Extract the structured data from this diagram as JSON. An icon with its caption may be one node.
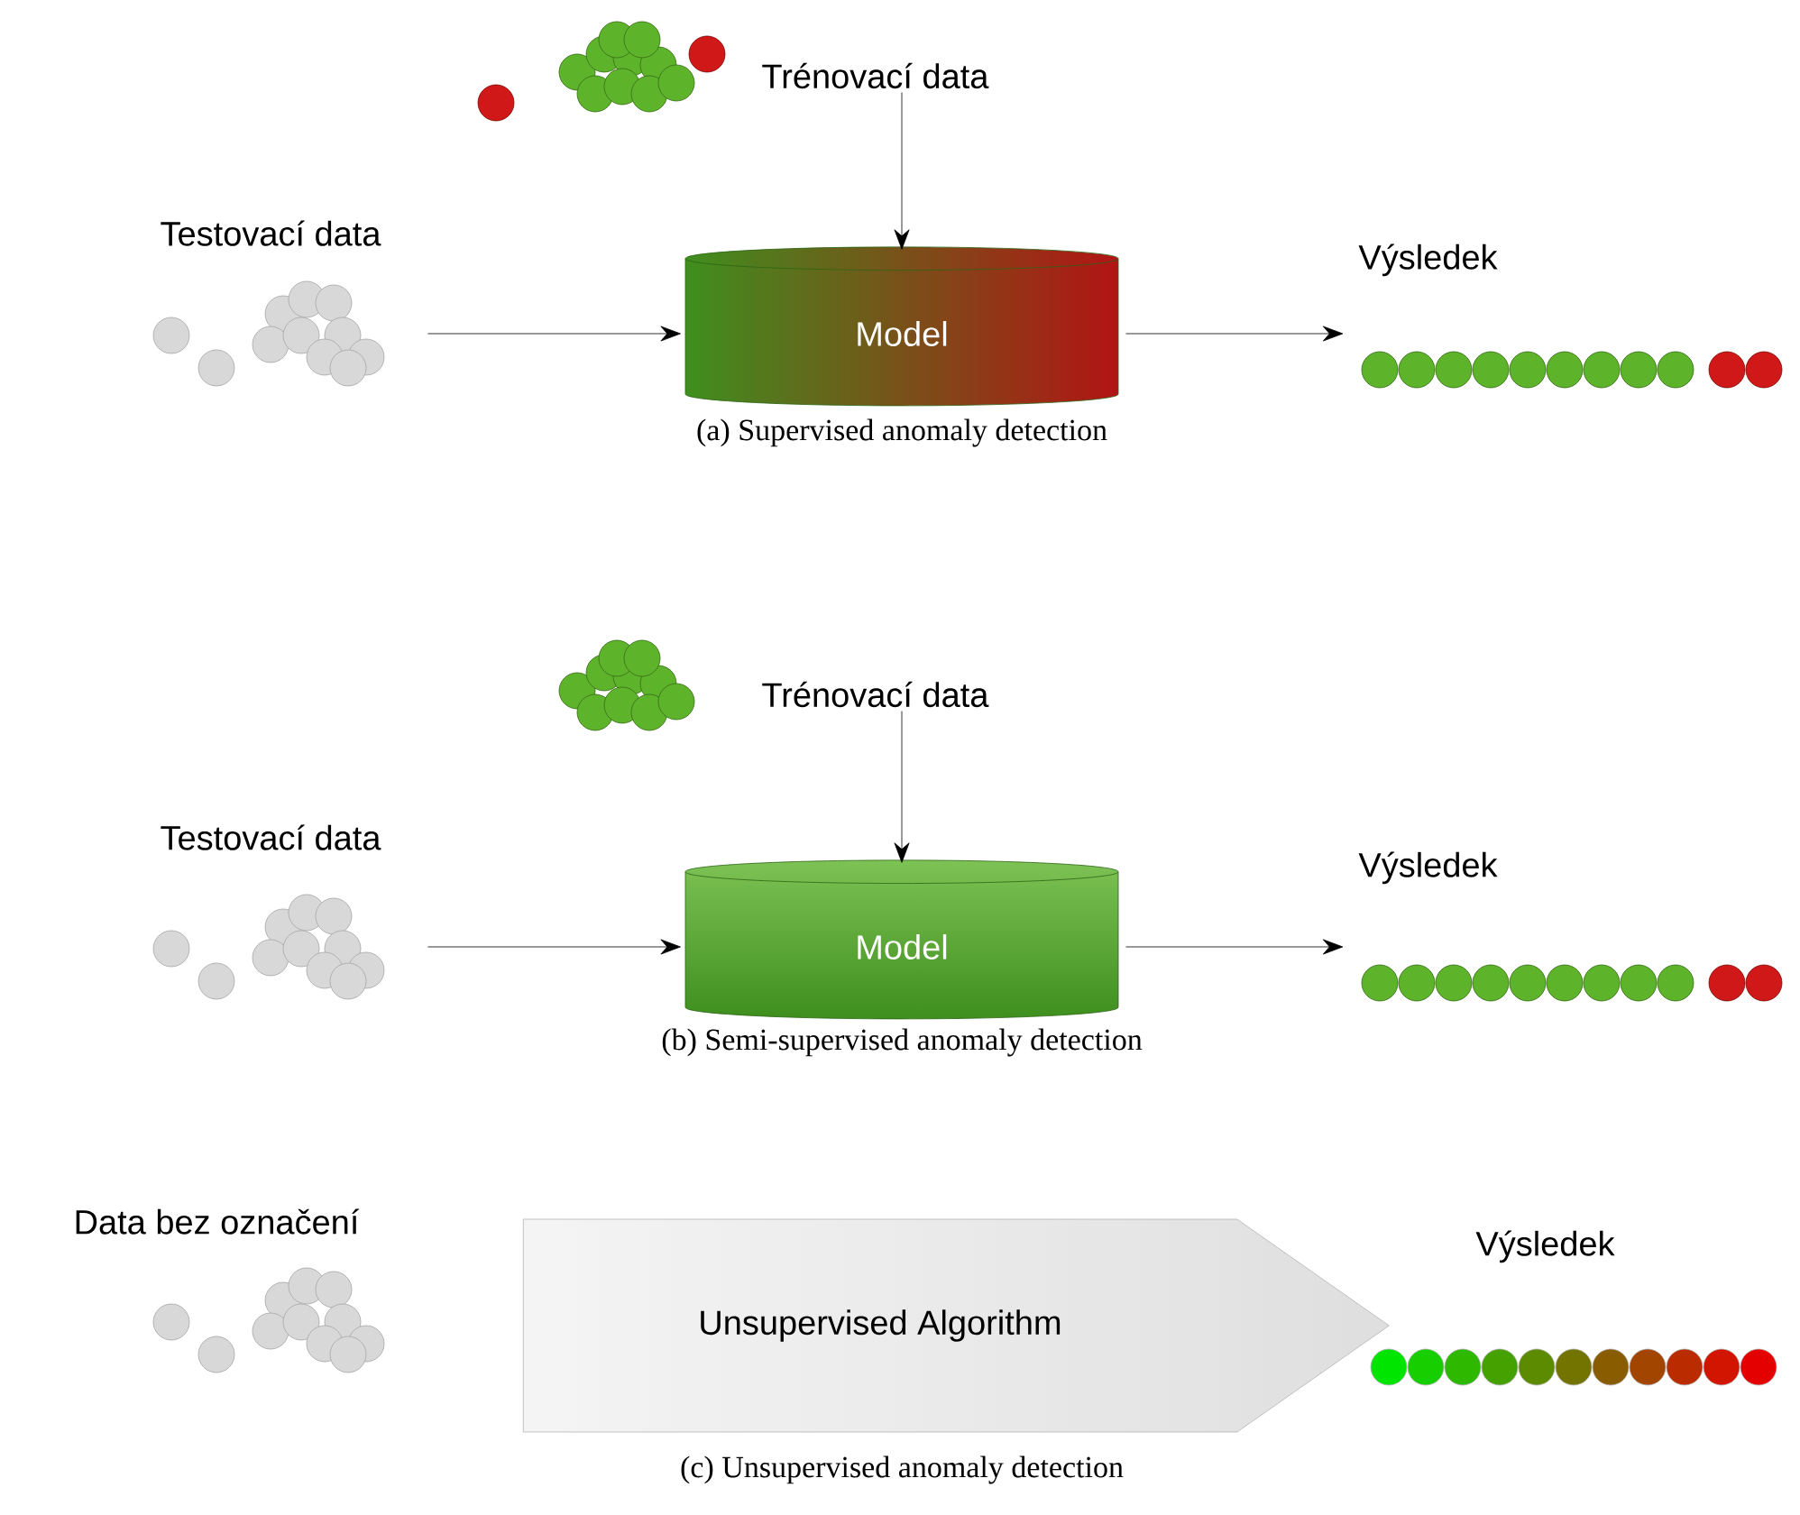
{
  "diagram": {
    "nodes": [
      {
        "text": [
          "Trénovací data"
        ]
      },
      {
        "text": [
          "Testovací data"
        ]
      },
      {
        "text": [
          "Model"
        ]
      },
      {
        "text": [
          "Výsledek"
        ]
      },
      {
        "text": [
          "Trénovací data"
        ]
      },
      {
        "text": [
          "Testovací data"
        ]
      },
      {
        "text": [
          "Model"
        ]
      },
      {
        "text": [
          "Výsledek"
        ]
      },
      {
        "text": [
          "Data bez označení"
        ]
      },
      {
        "text": [
          "Unsupervised Algorithm"
        ]
      },
      {
        "text": [
          "Výsledek"
        ]
      }
    ],
    "edges": [
      {
        "from": 0,
        "to": 2,
        "arrow": "to"
      },
      {
        "from": 1,
        "to": 2,
        "arrow": "to"
      },
      {
        "from": 2,
        "to": 3,
        "arrow": "to"
      },
      {
        "from": 4,
        "to": 6,
        "arrow": "to"
      },
      {
        "from": 5,
        "to": 6,
        "arrow": "to"
      },
      {
        "from": 6,
        "to": 7,
        "arrow": "to"
      }
    ],
    "labels": [
      "(a) Supervised anomaly detection",
      "(b) Semi-supervised anomaly detection",
      "(c) Unsupervised anomaly detection"
    ]
  }
}
